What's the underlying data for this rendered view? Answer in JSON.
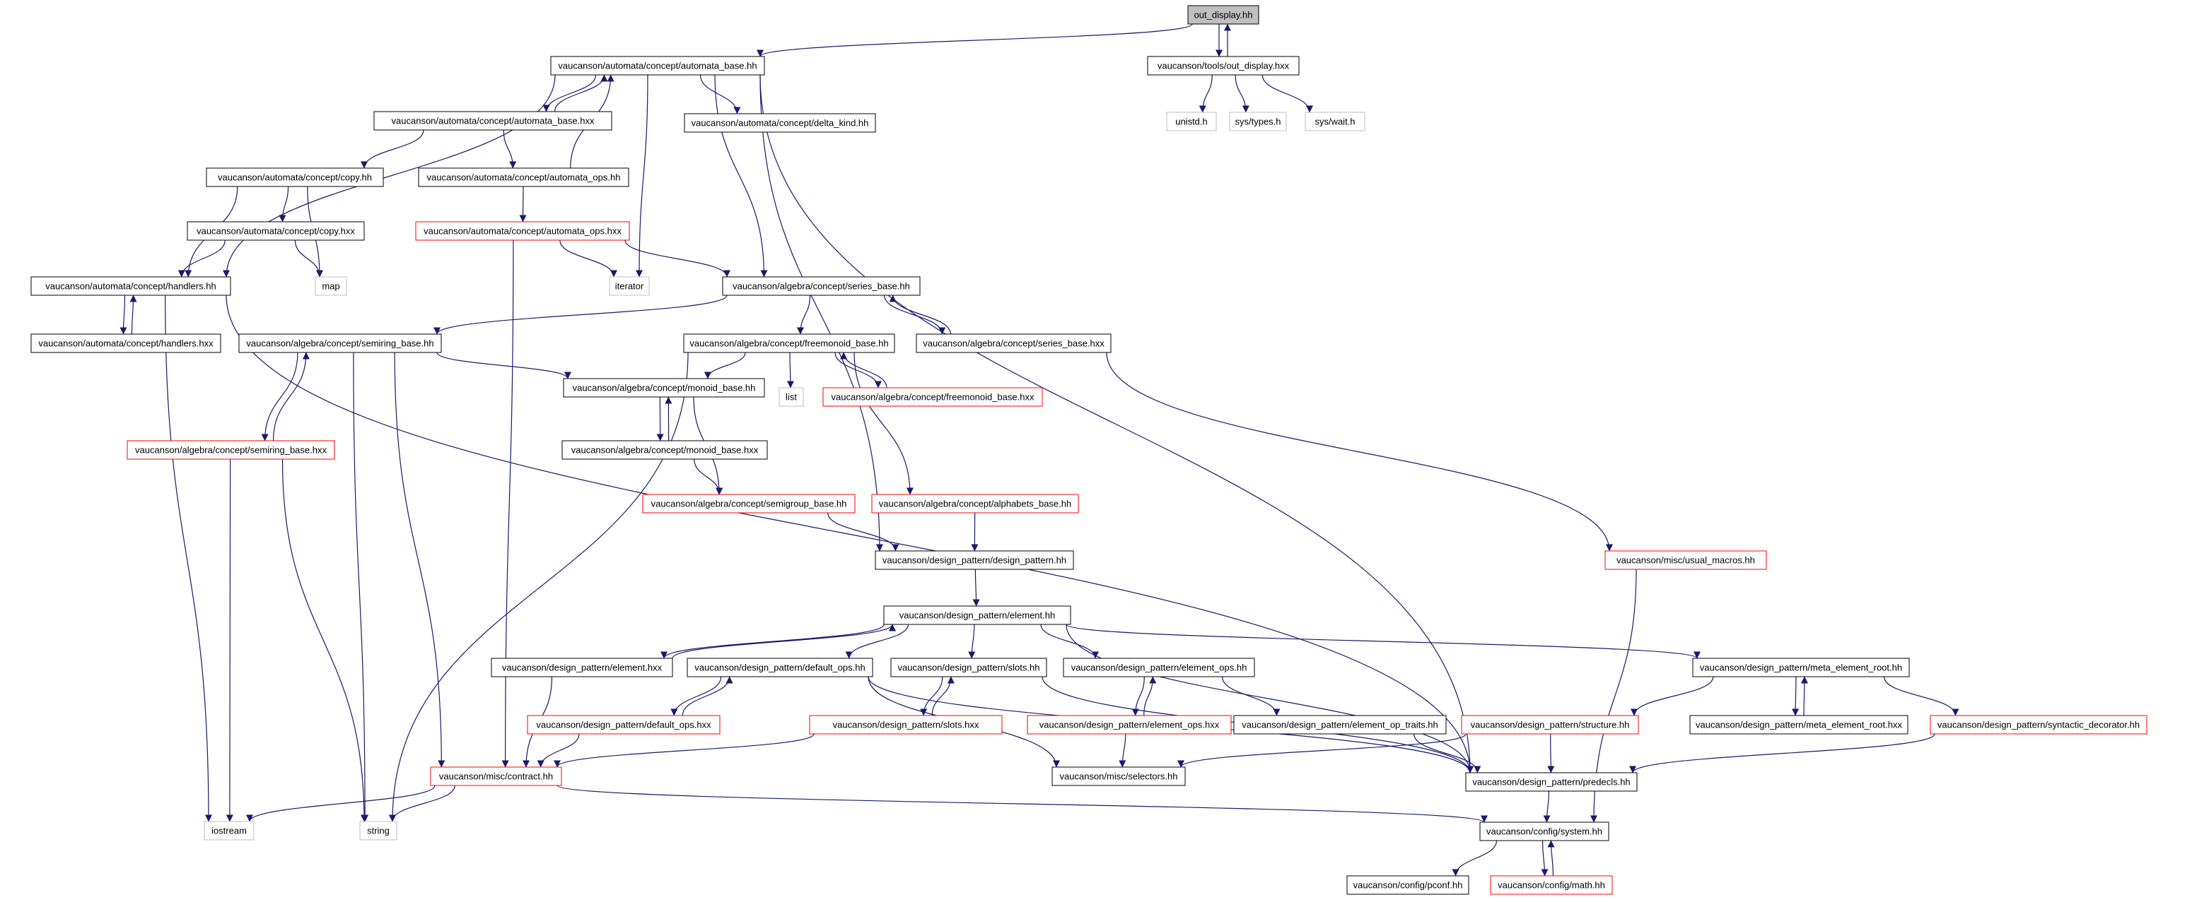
{
  "diagram": {
    "colors": {
      "edge": "#191970",
      "box_border": "#000000",
      "box_border_missing": "#bfbfbf",
      "box_border_red": "#ff0000",
      "root_fill": "#bfbfbf",
      "box_fill": "#ffffff"
    },
    "nodes": [
      {
        "id": "n0",
        "label": "out_display.hh",
        "style": "root"
      },
      {
        "id": "n1",
        "label": "vaucanson/automata/concept/automata_base.hh",
        "style": "normal"
      },
      {
        "id": "n2",
        "label": "vaucanson/tools/out_display.hxx",
        "style": "normal"
      },
      {
        "id": "n3",
        "label": "unistd.h",
        "style": "missing"
      },
      {
        "id": "n4",
        "label": "sys/types.h",
        "style": "missing"
      },
      {
        "id": "n5",
        "label": "sys/wait.h",
        "style": "missing"
      },
      {
        "id": "n6",
        "label": "vaucanson/automata/concept/automata_base.hxx",
        "style": "normal"
      },
      {
        "id": "n7",
        "label": "vaucanson/automata/concept/delta_kind.hh",
        "style": "normal"
      },
      {
        "id": "n8",
        "label": "vaucanson/automata/concept/copy.hh",
        "style": "normal"
      },
      {
        "id": "n9",
        "label": "vaucanson/automata/concept/automata_ops.hh",
        "style": "normal"
      },
      {
        "id": "n10",
        "label": "vaucanson/automata/concept/copy.hxx",
        "style": "normal"
      },
      {
        "id": "n11",
        "label": "vaucanson/automata/concept/automata_ops.hxx",
        "style": "red"
      },
      {
        "id": "n12",
        "label": "vaucanson/automata/concept/handlers.hh",
        "style": "normal"
      },
      {
        "id": "n13",
        "label": "map",
        "style": "missing"
      },
      {
        "id": "n14",
        "label": "iterator",
        "style": "missing"
      },
      {
        "id": "n15",
        "label": "vaucanson/algebra/concept/series_base.hh",
        "style": "normal"
      },
      {
        "id": "n16",
        "label": "vaucanson/automata/concept/handlers.hxx",
        "style": "normal"
      },
      {
        "id": "n17",
        "label": "vaucanson/algebra/concept/semiring_base.hh",
        "style": "normal"
      },
      {
        "id": "n18",
        "label": "vaucanson/algebra/concept/freemonoid_base.hh",
        "style": "normal"
      },
      {
        "id": "n19",
        "label": "vaucanson/algebra/concept/series_base.hxx",
        "style": "normal"
      },
      {
        "id": "n20",
        "label": "vaucanson/algebra/concept/monoid_base.hh",
        "style": "normal"
      },
      {
        "id": "n21",
        "label": "list",
        "style": "missing"
      },
      {
        "id": "n22",
        "label": "vaucanson/algebra/concept/freemonoid_base.hxx",
        "style": "red"
      },
      {
        "id": "n23",
        "label": "vaucanson/algebra/concept/monoid_base.hxx",
        "style": "normal"
      },
      {
        "id": "n24",
        "label": "vaucanson/algebra/concept/semiring_base.hxx",
        "style": "red"
      },
      {
        "id": "n25",
        "label": "vaucanson/algebra/concept/semigroup_base.hh",
        "style": "red"
      },
      {
        "id": "n26",
        "label": "vaucanson/algebra/concept/alphabets_base.hh",
        "style": "red"
      },
      {
        "id": "n27",
        "label": "vaucanson/design_pattern/design_pattern.hh",
        "style": "normal"
      },
      {
        "id": "n28",
        "label": "vaucanson/misc/usual_macros.hh",
        "style": "red"
      },
      {
        "id": "n29",
        "label": "vaucanson/design_pattern/element.hh",
        "style": "normal"
      },
      {
        "id": "n30",
        "label": "vaucanson/design_pattern/element.hxx",
        "style": "normal"
      },
      {
        "id": "n31",
        "label": "vaucanson/design_pattern/default_ops.hh",
        "style": "normal"
      },
      {
        "id": "n32",
        "label": "vaucanson/design_pattern/slots.hh",
        "style": "normal"
      },
      {
        "id": "n33",
        "label": "vaucanson/design_pattern/element_ops.hh",
        "style": "normal"
      },
      {
        "id": "n34",
        "label": "vaucanson/design_pattern/meta_element_root.hh",
        "style": "normal"
      },
      {
        "id": "n35",
        "label": "vaucanson/design_pattern/default_ops.hxx",
        "style": "red"
      },
      {
        "id": "n36",
        "label": "vaucanson/design_pattern/slots.hxx",
        "style": "red"
      },
      {
        "id": "n37",
        "label": "vaucanson/design_pattern/element_ops.hxx",
        "style": "red"
      },
      {
        "id": "n38",
        "label": "vaucanson/design_pattern/element_op_traits.hh",
        "style": "normal"
      },
      {
        "id": "n39",
        "label": "vaucanson/design_pattern/structure.hh",
        "style": "red"
      },
      {
        "id": "n40",
        "label": "vaucanson/design_pattern/meta_element_root.hxx",
        "style": "normal"
      },
      {
        "id": "n41",
        "label": "vaucanson/design_pattern/syntactic_decorator.hh",
        "style": "red"
      },
      {
        "id": "n42",
        "label": "vaucanson/misc/contract.hh",
        "style": "red"
      },
      {
        "id": "n43",
        "label": "vaucanson/misc/selectors.hh",
        "style": "normal"
      },
      {
        "id": "n44",
        "label": "vaucanson/design_pattern/predecls.hh",
        "style": "normal"
      },
      {
        "id": "n45",
        "label": "iostream",
        "style": "missing"
      },
      {
        "id": "n46",
        "label": "string",
        "style": "missing"
      },
      {
        "id": "n47",
        "label": "vaucanson/config/system.hh",
        "style": "normal"
      },
      {
        "id": "n48",
        "label": "vaucanson/config/pconf.hh",
        "style": "normal"
      },
      {
        "id": "n49",
        "label": "vaucanson/config/math.hh",
        "style": "red"
      }
    ]
  }
}
